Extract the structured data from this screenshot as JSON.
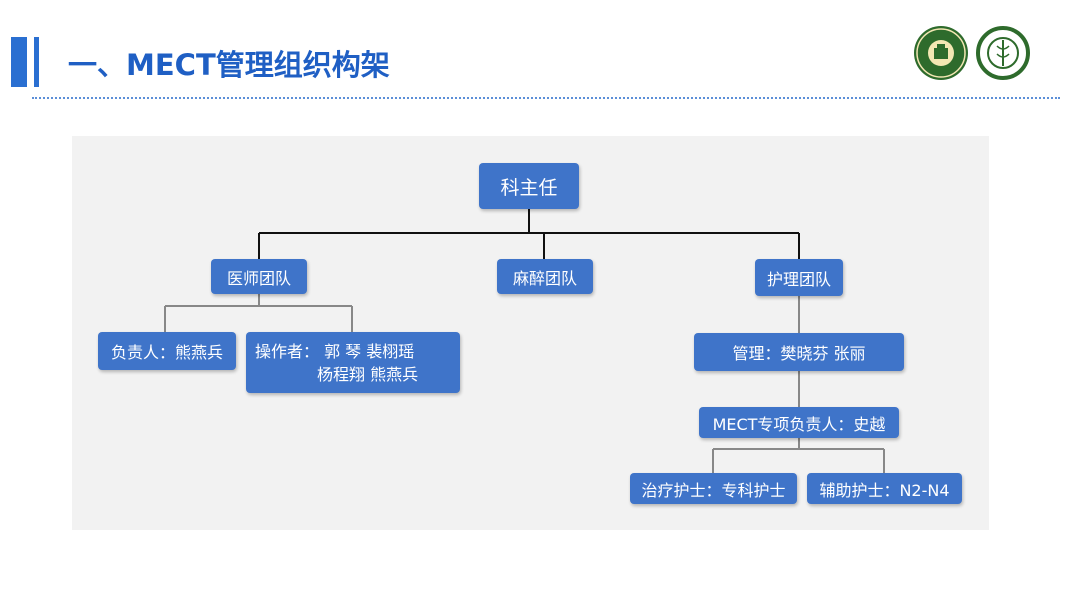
{
  "header": {
    "title": "一、MECT管理组织构架"
  },
  "logos": [
    "hospital-seal-logo",
    "hospital-emblem-logo"
  ],
  "org_chart": {
    "root": "科主任",
    "teams": {
      "doctor": {
        "label": "医师团队",
        "leader": "负责人：熊燕兵",
        "operators_line1": "操作者： 郭 琴   裴栩瑶",
        "operators_line2": "杨程翔  熊燕兵"
      },
      "anesthesia": {
        "label": "麻醉团队"
      },
      "nursing": {
        "label": "护理团队",
        "management": "管理：樊晓芬  张丽",
        "mect_lead": "MECT专项负责人：史越",
        "treatment_nurse": "治疗护士：专科护士",
        "assistant_nurse": "辅助护士：N2-N4"
      }
    }
  },
  "colors": {
    "accent": "#2a6fd1",
    "node": "#3f74c9",
    "panel": "#f2f2f2"
  }
}
